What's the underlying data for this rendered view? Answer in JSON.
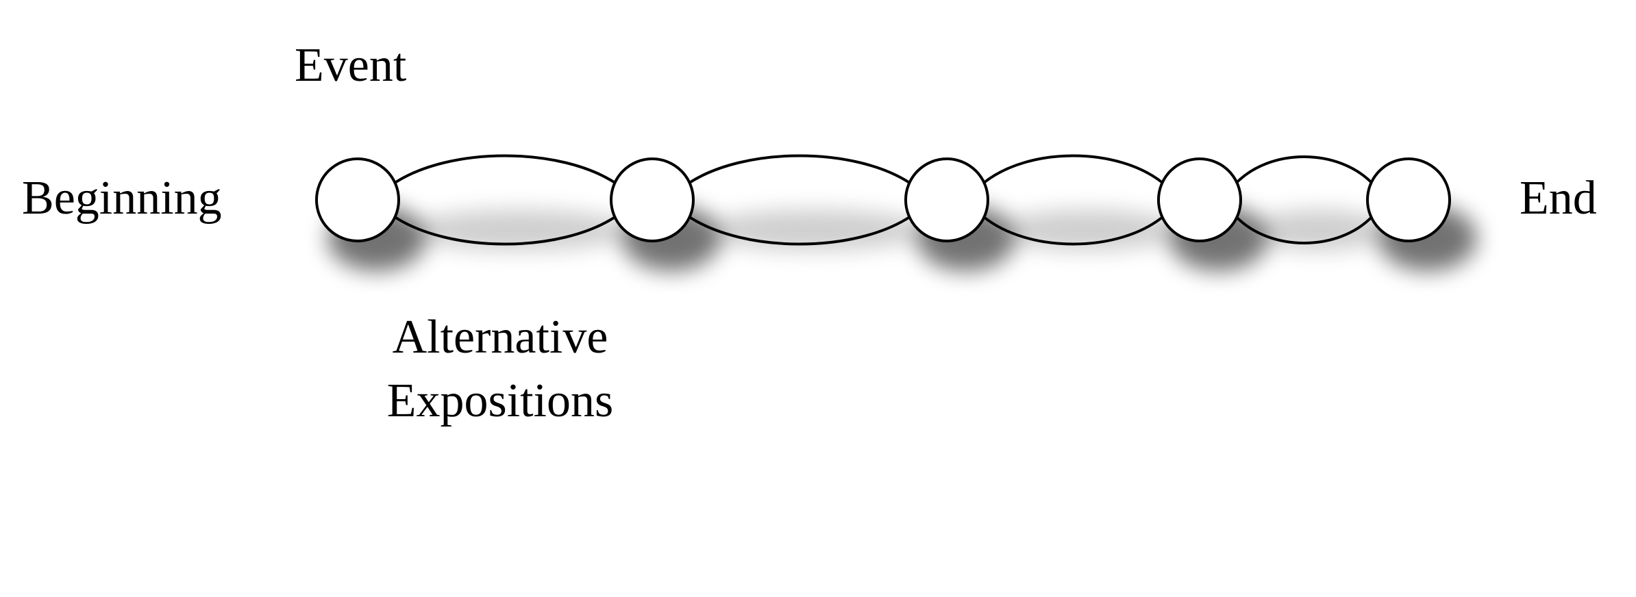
{
  "labels": {
    "event": "Event",
    "beginning": "Beginning",
    "end": "End",
    "alternatives_line1": "Alternative",
    "alternatives_line2": "Expositions"
  },
  "nodes": [
    {
      "id": "event-1"
    },
    {
      "id": "event-2"
    },
    {
      "id": "event-3"
    },
    {
      "id": "event-4"
    },
    {
      "id": "event-5"
    }
  ],
  "edges": [
    {
      "from": "event-1",
      "to": "event-2",
      "paths": 2
    },
    {
      "from": "event-2",
      "to": "event-3",
      "paths": 2
    },
    {
      "from": "event-3",
      "to": "event-4",
      "paths": 2
    },
    {
      "from": "event-4",
      "to": "event-5",
      "paths": 2
    }
  ],
  "colors": {
    "stroke": "#000000",
    "node_fill": "#ffffff",
    "shadow": "#000000"
  }
}
